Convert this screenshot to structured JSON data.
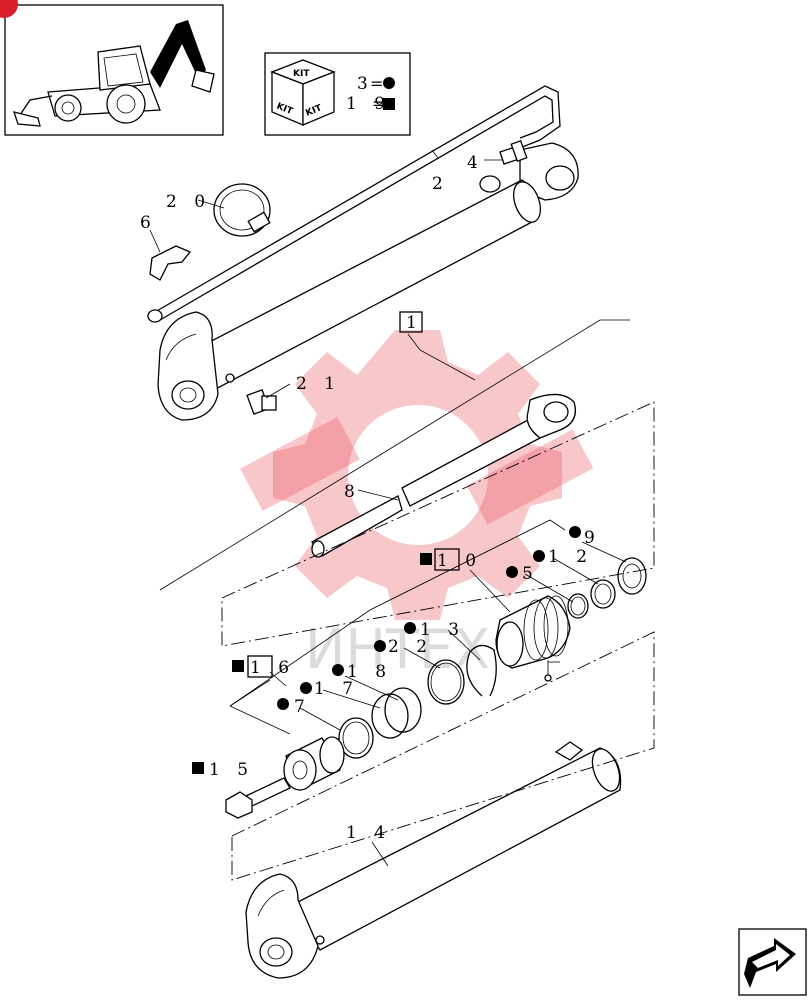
{
  "kit_box": {
    "cube_label": "KIT",
    "legend": [
      {
        "number": "3",
        "symbol": "circle"
      },
      {
        "number": "1 9",
        "symbol": "square"
      }
    ]
  },
  "watermark": {
    "text": "ИНТЕХ",
    "color": "#e8505a"
  },
  "callouts": [
    {
      "id": "1",
      "text": "1"
    },
    {
      "id": "2",
      "text": "2"
    },
    {
      "id": "4",
      "text": "4"
    },
    {
      "id": "5",
      "text": "5"
    },
    {
      "id": "6",
      "text": "6"
    },
    {
      "id": "7",
      "text": "7"
    },
    {
      "id": "8",
      "text": "8"
    },
    {
      "id": "9",
      "text": "9"
    },
    {
      "id": "10",
      "text": "1 0"
    },
    {
      "id": "11",
      "text": "1 1"
    },
    {
      "id": "12",
      "text": "1 2"
    },
    {
      "id": "13",
      "text": "1 3"
    },
    {
      "id": "14",
      "text": "1 4"
    },
    {
      "id": "15",
      "text": "1 5"
    },
    {
      "id": "16",
      "text": "1 6"
    },
    {
      "id": "17",
      "text": "1 7"
    },
    {
      "id": "18",
      "text": "1 8"
    },
    {
      "id": "20",
      "text": "2 0"
    },
    {
      "id": "21",
      "text": "2 1"
    },
    {
      "id": "22",
      "text": "2 2"
    }
  ],
  "icons": {
    "thumbnail": "backhoe-loader-icon",
    "kit": "kit-cube-icon",
    "navigation": "next-page-arrow-icon"
  }
}
